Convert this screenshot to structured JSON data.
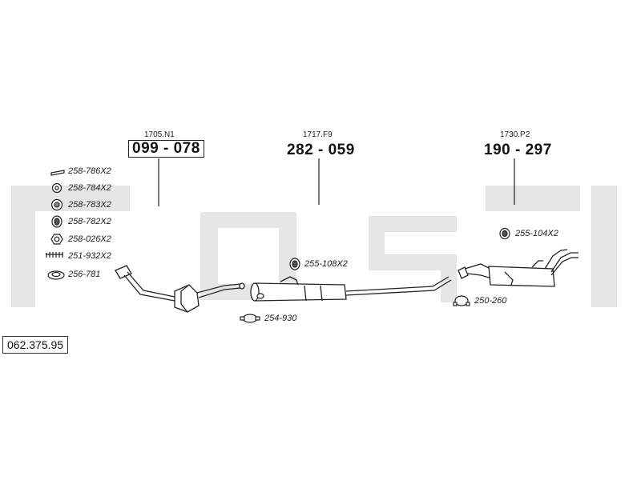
{
  "watermark": "BOSAL",
  "diagram_number": "062.375.95",
  "main_parts": [
    {
      "ref": "1705.N1",
      "part_number": "099 - 078",
      "boxed": true
    },
    {
      "ref": "1717.F9",
      "part_number": "282 - 059",
      "boxed": false
    },
    {
      "ref": "1730.P2",
      "part_number": "190 - 297",
      "boxed": false
    }
  ],
  "fitting_kit": [
    {
      "icon": "rubber-strap-icon",
      "label": "258-786X2"
    },
    {
      "icon": "small-ring-icon",
      "label": "258-784X2"
    },
    {
      "icon": "rubber-ring-icon",
      "label": "258-783X2"
    },
    {
      "icon": "rubber-mount-icon",
      "label": "258-782X2"
    },
    {
      "icon": "hex-nut-icon",
      "label": "258-026X2"
    },
    {
      "icon": "spring-icon",
      "label": "251-932X2"
    },
    {
      "icon": "gasket-icon",
      "label": "256-781"
    }
  ],
  "accessories": [
    {
      "icon": "rubber-mount-icon",
      "label": "255-108X2"
    },
    {
      "icon": "pipe-clamp-icon",
      "label": "254-930"
    },
    {
      "icon": "rubber-mount-icon",
      "label": "255-104X2"
    },
    {
      "icon": "pipe-clamp-icon",
      "label": "250-260"
    }
  ]
}
